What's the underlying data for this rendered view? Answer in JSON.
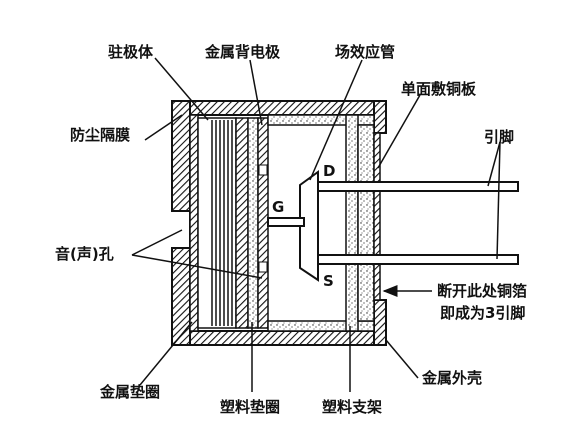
{
  "labels": {
    "electret_body": "驻极体",
    "back_electrode": "金属背电极",
    "fet": "场效应管",
    "dust_membrane": "防尘隔膜",
    "pcb": "单面敷铜板",
    "leads": "引脚",
    "sound_hole": "音(声)孔",
    "cut_note_line1": "断开此处铜箔",
    "cut_note_line2": "即成为3引脚",
    "metal_gasket": "金属垫圈",
    "plastic_gasket": "塑料垫圈",
    "plastic_bracket": "塑料支架",
    "metal_case": "金属外壳",
    "pin_d": "D",
    "pin_g": "G",
    "pin_s": "S"
  },
  "colors": {
    "stroke": "#111111",
    "hatch": "#111111",
    "stipple": "#222222",
    "background": "#ffffff"
  }
}
